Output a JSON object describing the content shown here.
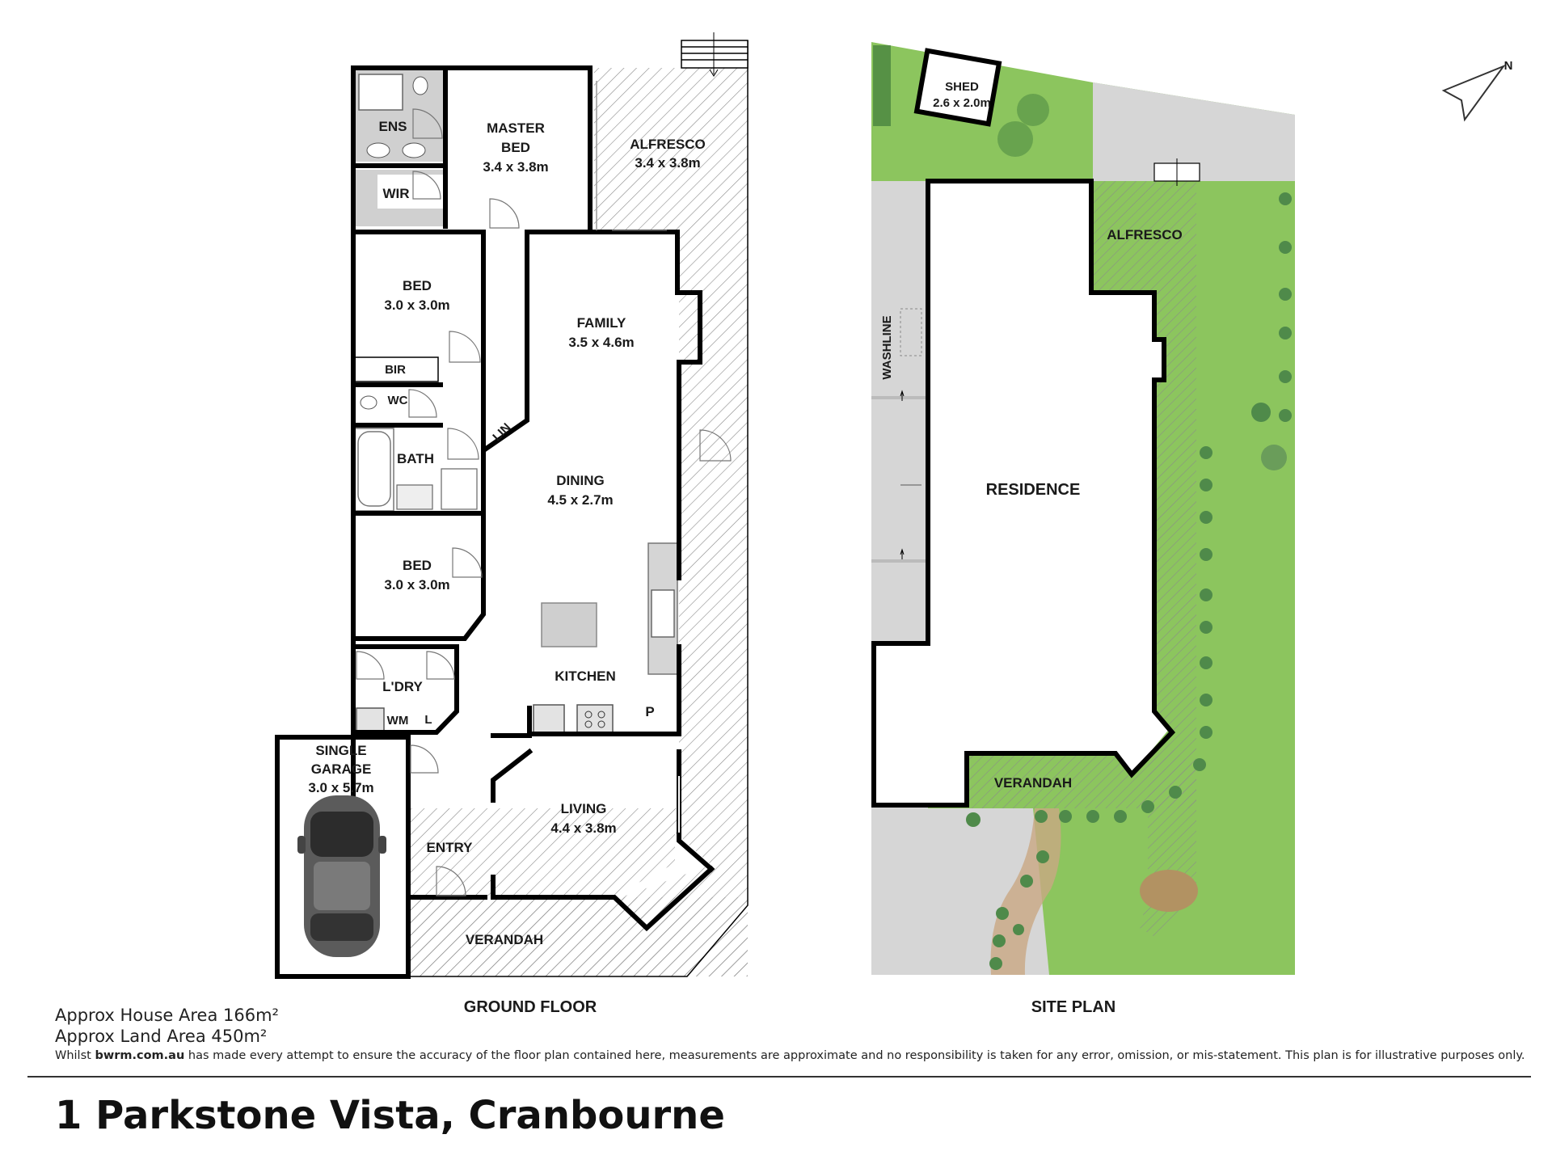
{
  "ground_floor": {
    "caption": "GROUND FLOOR",
    "rooms": {
      "ensuite": "ENS",
      "master_bed_line1": "MASTER",
      "master_bed_line2": "BED",
      "master_bed_size": "3.4 x 3.8m",
      "alfresco": "ALFRESCO",
      "alfresco_size": "3.4 x 3.8m",
      "wir": "WIR",
      "bed1": "BED",
      "bed1_size": "3.0 x 3.0m",
      "bir": "BIR",
      "wc": "WC",
      "lin": "LIN",
      "bath": "BATH",
      "family": "FAMILY",
      "family_size": "3.5 x 4.6m",
      "dining": "DINING",
      "dining_size": "4.5 x 2.7m",
      "bed2": "BED",
      "bed2_size": "3.0 x 3.0m",
      "laundry": "L'DRY",
      "wm": "WM",
      "l": "L",
      "kitchen": "KITCHEN",
      "pantry": "P",
      "garage_line1": "SINGLE",
      "garage_line2": "GARAGE",
      "garage_size": "3.0 x 5.7m",
      "living": "LIVING",
      "living_size": "4.4 x 3.8m",
      "entry": "ENTRY",
      "verandah": "VERANDAH"
    }
  },
  "site_plan": {
    "caption": "SITE PLAN",
    "shed": "SHED",
    "shed_size": "2.6 x 2.0m",
    "alfresco": "ALFRESCO",
    "washline": "WASHLINE",
    "residence": "RESIDENCE",
    "verandah": "VERANDAH",
    "north": "N"
  },
  "footer": {
    "house_area": "Approx House Area 166m²",
    "land_area": "Approx Land Area 450m²",
    "disclaimer_pre": "Whilst ",
    "disclaimer_site": "bwrm.com.au",
    "disclaimer_post": " has made every attempt to ensure the accuracy of the floor plan contained here, measurements are approximate and no responsibility is taken for any error, omission, or mis-statement. This plan is for illustrative purposes only.",
    "address": "1 Parkstone Vista, Cranbourne"
  },
  "colors": {
    "lawn": "#8cc55e",
    "paving": "#d7d7d7",
    "fixture": "#c9c9c9",
    "hatch": "#888888"
  }
}
